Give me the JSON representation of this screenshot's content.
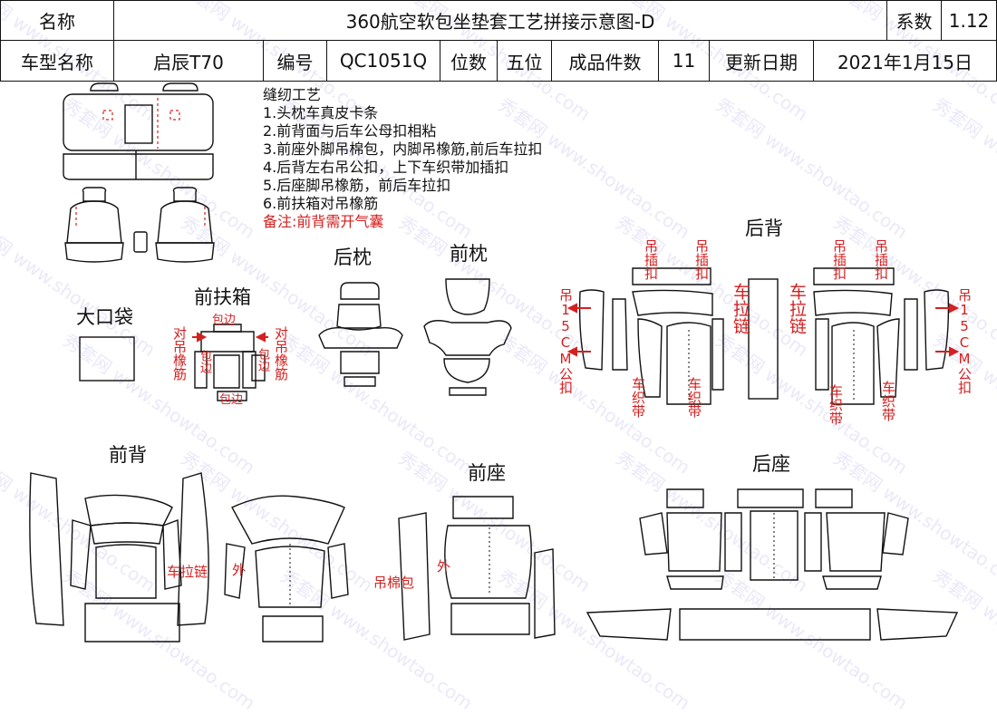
{
  "header": {
    "name_label": "名称",
    "title": "360航空软包坐垫套工艺拼接示意图-D",
    "coef_label": "系数",
    "coef_value": "1.12",
    "car_label": "车型名称",
    "car_value": "启辰T70",
    "code_label": "编号",
    "code_value": "QC1051Q",
    "seat_label": "位数",
    "seat_value": "五位",
    "count_label": "成品件数",
    "count_value": "11",
    "date_label": "更新日期",
    "date_value": "2021年1月15日"
  },
  "notes": {
    "title": "缝纫工艺",
    "items": [
      "1.头枕车真皮卡条",
      "2.前背面与后车公母扣相粘",
      "3.前座外脚吊棉包，内脚吊橡筋,前后车拉扣",
      "4.后背左右吊公扣，上下车织带加插扣",
      "5.后座脚吊橡筋，前后车拉扣",
      "6.前扶箱对吊橡筋"
    ],
    "remark": "备注:前背需开气囊"
  },
  "sections": {
    "big_pocket": "大口袋",
    "front_armrest": "前扶箱",
    "rear_headrest": "后枕",
    "front_headrest": "前枕",
    "rear_back": "后背",
    "front_back": "前背",
    "front_seat": "前座",
    "rear_seat": "后座"
  },
  "annotations": {
    "hang_buckle": "吊插扣",
    "hang_15cm": "吊15CM公扣",
    "car_zipper": "车拉链",
    "webbing": "车织带",
    "pair_elastic": "对吊橡筋",
    "hem": "包边",
    "zipper_inline": "车拉链",
    "outer": "外",
    "hang_cotton": "吊棉包"
  },
  "watermark": "秀套网 www.showtao.com",
  "colors": {
    "line": "#111111",
    "accent": "#d42020"
  }
}
